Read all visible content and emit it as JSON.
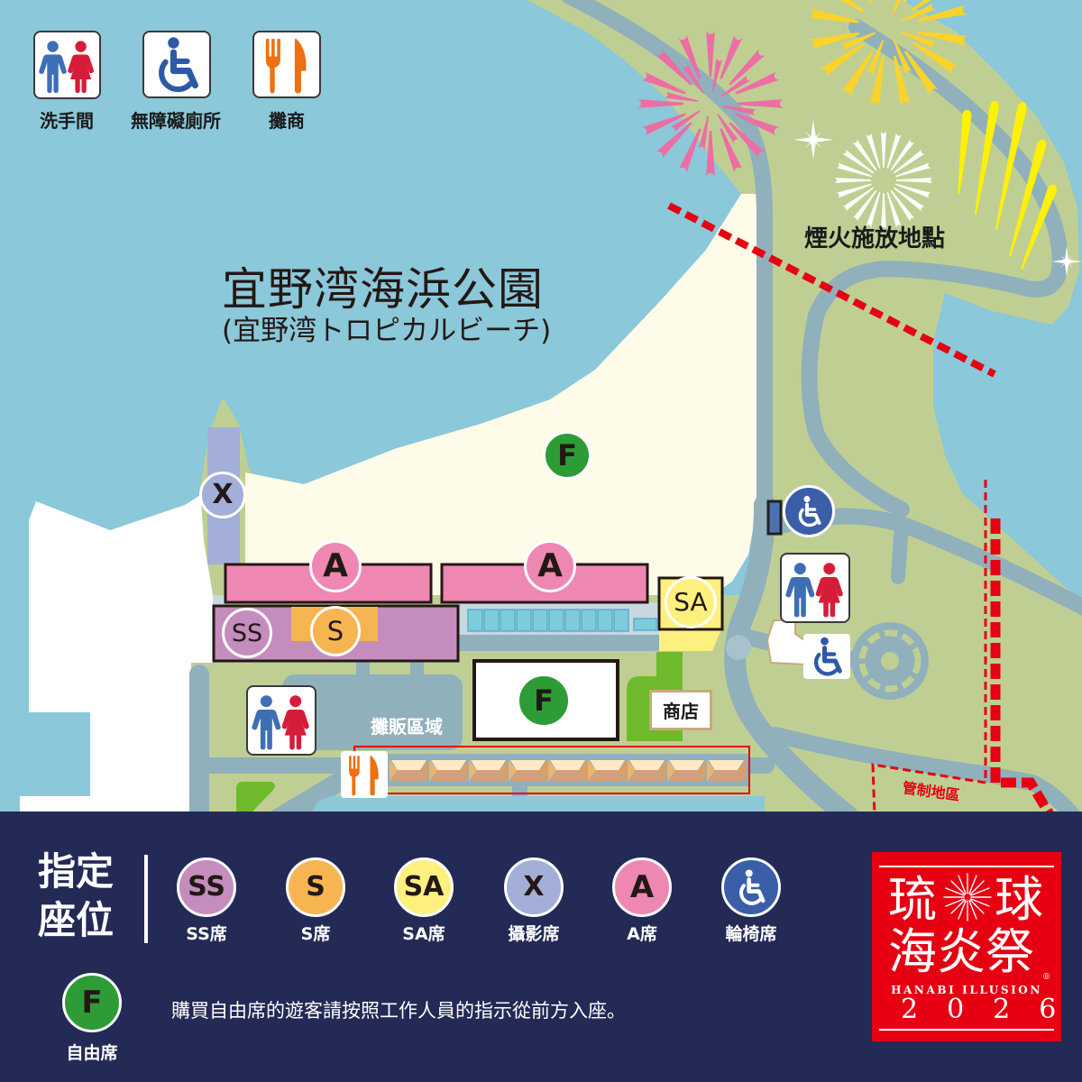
{
  "facility_legend": {
    "restroom": {
      "icon": "restroom-icon",
      "label": "洗手間"
    },
    "accessible_restroom": {
      "icon": "wheelchair-icon",
      "label": "無障礙廁所"
    },
    "food_stall": {
      "icon": "fork-knife-icon",
      "label": "攤商"
    }
  },
  "map": {
    "park_name": "宜野湾海浜公園",
    "park_subname": "(宜野湾トロピカルビーチ)",
    "fireworks_launch_label": "煙火施放地點",
    "stall_area_label": "攤販區域",
    "shop_label": "商店",
    "restricted_area_label": "管制地區",
    "seat_markers": {
      "photography": "X",
      "a_left": "A",
      "a_right": "A",
      "ss": "SS",
      "s": "S",
      "sa": "SA",
      "free_beach": "F",
      "free_lawn": "F"
    },
    "stall_booth_count": 9,
    "seat_block_count": 10
  },
  "seat_legend": {
    "title_line1": "指定",
    "title_line2": "座位",
    "reserved": [
      {
        "code": "SS",
        "label": "SS席",
        "color": "#c48dbd"
      },
      {
        "code": "S",
        "label": "S席",
        "color": "#f7b551"
      },
      {
        "code": "SA",
        "label": "SA席",
        "color": "#fdf07e"
      },
      {
        "code": "X",
        "label": "攝影席",
        "color": "#a3afd9"
      },
      {
        "code": "A",
        "label": "A席",
        "color": "#ef87b3"
      },
      {
        "icon": "wheelchair-icon",
        "label": "輪椅席",
        "color": "#3a5ea8"
      }
    ],
    "free": {
      "code": "F",
      "label": "自由席",
      "color": "#2e9c36",
      "note": "購買自由席的遊客請按照工作人員的指示從前方入座。"
    }
  },
  "logo": {
    "char1": "琉",
    "char2": "球",
    "line2": "海炎祭",
    "registered": "®",
    "subtitle": "HANABI ILLUSION",
    "year": "2026"
  },
  "colors": {
    "water": "#8ac8da",
    "land": "#bfcf93",
    "beach": "#fefbe8",
    "road": "#90b0bc",
    "legend_bg": "#232a56",
    "restricted_red": "#e60012",
    "logo_red": "#e60012",
    "restroom_male": "#3d6fb5",
    "restroom_female": "#d71c3a",
    "food_orange": "#ee7010"
  }
}
